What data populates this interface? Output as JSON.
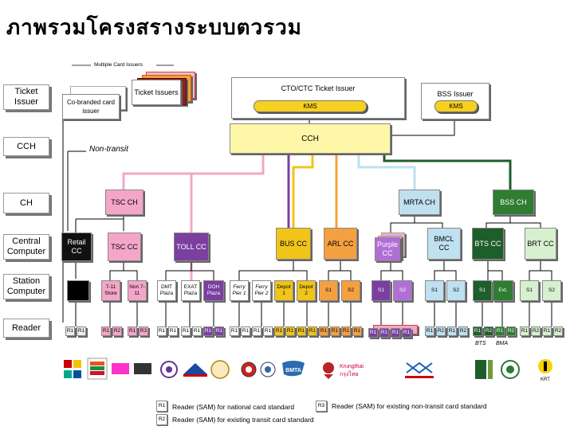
{
  "title": "ภาพรวมโครงสรางระบบตวรวม",
  "multiple_card_issuers": "Multiple Card Issuers",
  "row_labels": {
    "ticket_issuer": "Ticket Issuer",
    "cch": "CCH",
    "ch": "CH",
    "central_computer": "Central Computer",
    "station_computer": "Station Computer",
    "reader": "Reader"
  },
  "co_branded": "Co-branded card issuer",
  "ticket_issuers": "Ticket Issuers",
  "cto": {
    "title": "CTO/CTC Ticket Issuer",
    "kms": "KMS"
  },
  "bss_issuer": {
    "title": "BSS Issuer",
    "kms": "KMS"
  },
  "cch_box": "CCH",
  "non_transit": "Non-transit",
  "ch_boxes": {
    "tsc": "TSC CH",
    "mrta": "MRTA CH",
    "bss": "BSS CH"
  },
  "cc_boxes": {
    "retail": "Retail CC",
    "tsc": "TSC CC",
    "toll": "TOLL CC",
    "bus": "BUS CC",
    "arl": "ARL CC",
    "purple": "Purple CC",
    "bmcl": "BMCL CC",
    "bts": "BTS CC",
    "brt": "BRT CC"
  },
  "stations": {
    "s711": "7-11 Store",
    "non711": "Non 7-11",
    "dmt": "DMT Plaza",
    "exat": "EXAT Plaza",
    "doh": "DOH Plaza",
    "ferry1": "Ferry Pier 1",
    "ferry2": "Ferry Pier 2",
    "depot1": "Depot 1",
    "depot2": "Depot 2",
    "s1": "S1",
    "s2": "S2",
    "ext": "Ext."
  },
  "readers": {
    "r1": "R1",
    "r2": "R2",
    "r3": "R3"
  },
  "operators": {
    "bts": "BTS",
    "bma": "BMA"
  },
  "legend": {
    "r1": "Reader (SAM) for national card standard",
    "r2": "Reader (SAM) for existing transit card standard",
    "r3": "Reader (SAM) for existing non-transit card standard"
  },
  "logo_texts": {
    "bmta": "BMTA",
    "krung": "Krungthai",
    "ktb_sub": "กรุงไทย",
    "krt": "KRT"
  },
  "colors": {
    "pink": "#F4A6C8",
    "purple": "#7B3FA0",
    "yellow": "#F0C419",
    "orange": "#F5A040",
    "lightblue": "#BFE0F0",
    "green": "#2E7D32",
    "darkgreen": "#1E5E2A",
    "kms": "#F7D020",
    "cch": "#FFF7A8",
    "purple_light": "#B16FD6"
  }
}
